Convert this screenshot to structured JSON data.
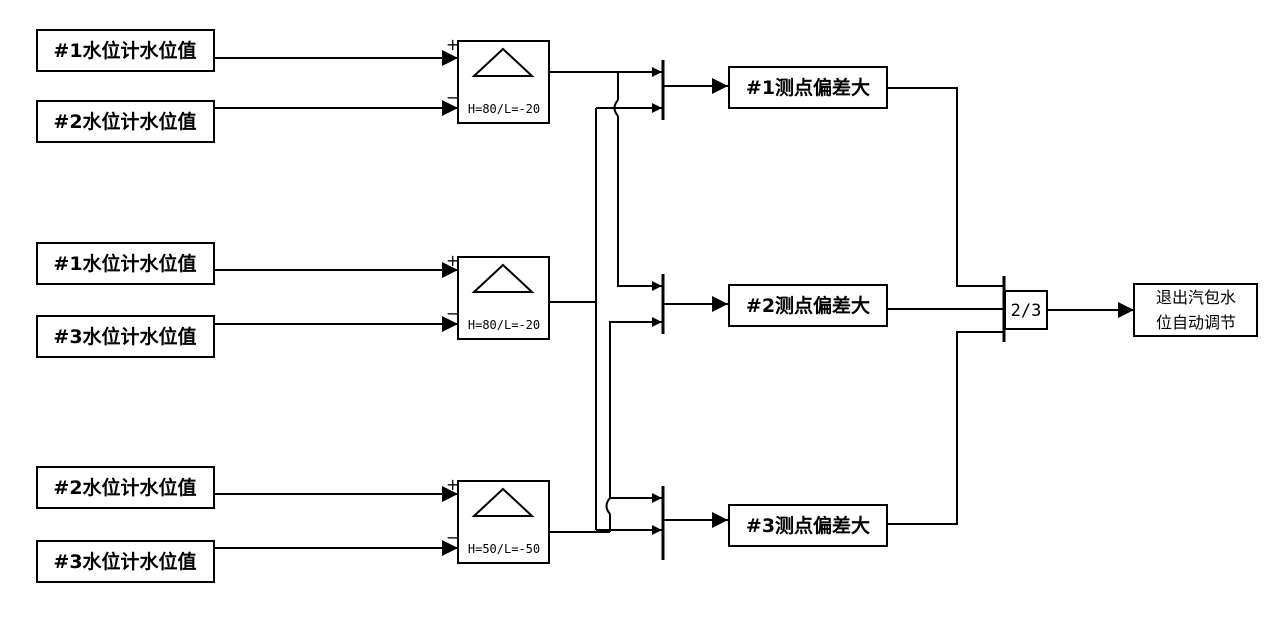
{
  "inputs": [
    {
      "label": "#1水位计水位值"
    },
    {
      "label": "#2水位计水位值"
    },
    {
      "label": "#1水位计水位值"
    },
    {
      "label": "#3水位计水位值"
    },
    {
      "label": "#2水位计水位值"
    },
    {
      "label": "#3水位计水位值"
    }
  ],
  "comparators": [
    {
      "plus": "+",
      "minus": "−",
      "limit": "H=80/L=-20"
    },
    {
      "plus": "+",
      "minus": "−",
      "limit": "H=80/L=-20"
    },
    {
      "plus": "+",
      "minus": "−",
      "limit": "H=50/L=-50"
    }
  ],
  "deviations": [
    {
      "label": "#1测点偏差大"
    },
    {
      "label": "#2测点偏差大"
    },
    {
      "label": "#3测点偏差大"
    }
  ],
  "vote": {
    "label": "2/3"
  },
  "output": {
    "line1": "退出汽包水",
    "line2": "位自动调节"
  }
}
